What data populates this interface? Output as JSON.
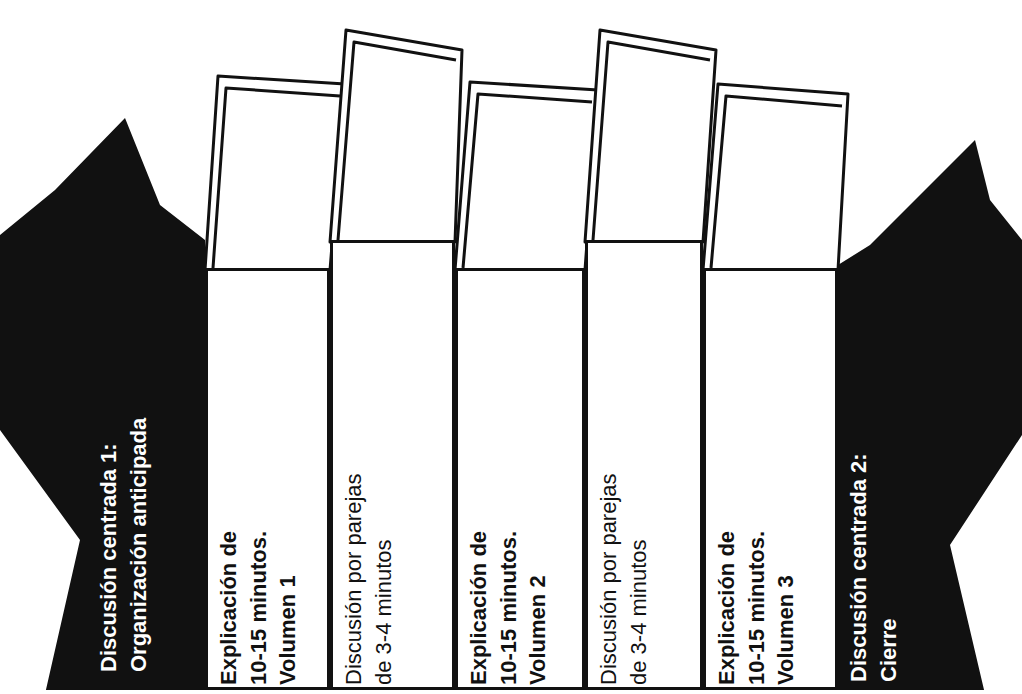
{
  "diagram": {
    "nodes": [
      {
        "text": [
          "Discusión centrada 1: Organización anticipada"
        ]
      },
      {
        "text": [
          "Explicación de 10-15 minutos. Volumen 1"
        ]
      },
      {
        "text": [
          "Discusión por parejas de 3-4 minutos"
        ]
      },
      {
        "text": [
          "Explicación de 10-15 minutos. Volumen 2"
        ]
      },
      {
        "text": [
          "Discusión por parejas de 3-4 minutos"
        ]
      },
      {
        "text": [
          "Explicación de 10-15 minutos. Volumen 3"
        ]
      },
      {
        "text": [
          "Discusión centrada 2: Cierre"
        ]
      }
    ]
  }
}
